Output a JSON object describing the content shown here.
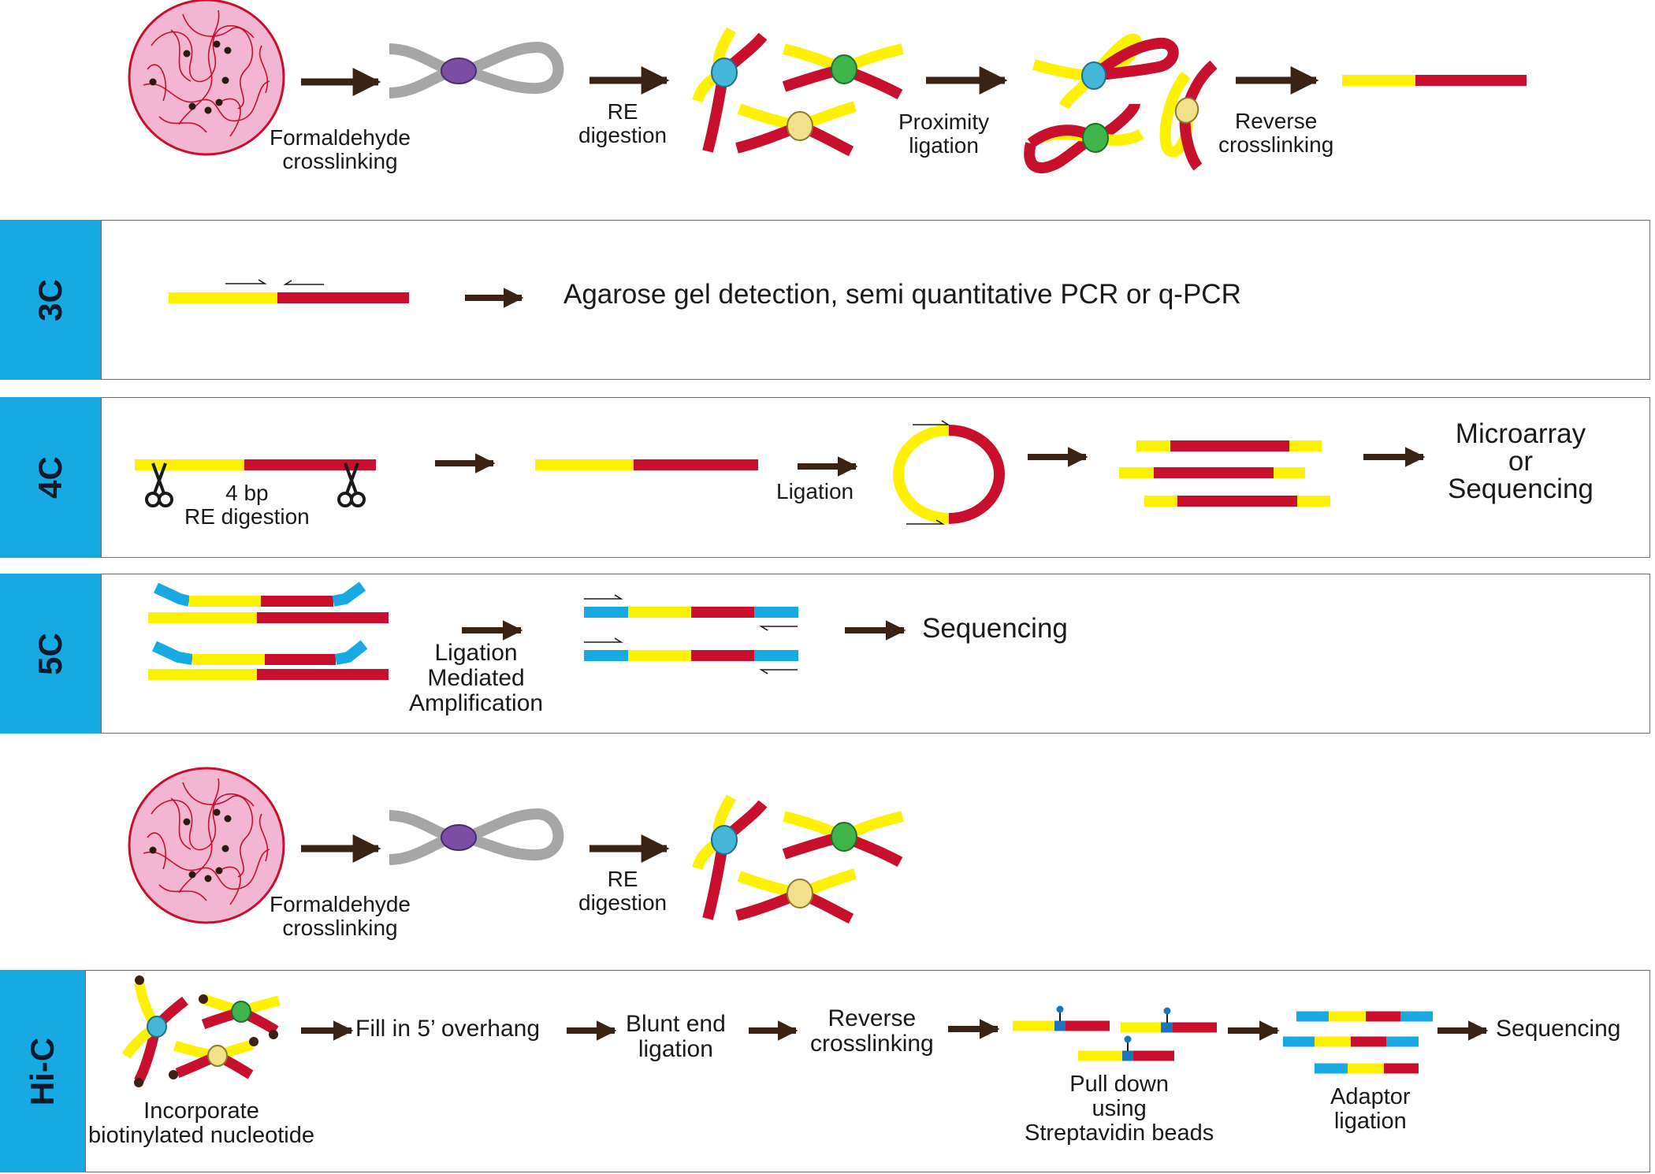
{
  "colors": {
    "yellow": "#fff200",
    "red": "#c8102e",
    "blue": "#17a9e1",
    "nucleus": "#f2b6d2",
    "grey_dna": "#a6a6a6",
    "purple_protein": "#7b4ea3",
    "arrow": "#3a2314"
  },
  "icons": [
    "nucleus-icon",
    "crosslinked-chromatin-icon",
    "scissors-icon",
    "biotin-icon",
    "arrow-icon"
  ],
  "top": {
    "formaldehyde_line1": "Formaldehyde",
    "formaldehyde_line2": "crosslinking",
    "re_line1": "RE",
    "re_line2": "digestion",
    "proximity_line1": "Proximity",
    "proximity_line2": "ligation",
    "reverse_line1": "Reverse",
    "reverse_line2": "crosslinking"
  },
  "c3": {
    "tab": "3C",
    "result": "Agarose gel detection, semi quantitative PCR or q-PCR"
  },
  "c4": {
    "tab": "4C",
    "digest_line1": "4 bp",
    "digest_line2": "RE digestion",
    "ligation": "Ligation",
    "result_line1": "Microarray",
    "result_line2": "or",
    "result_line3": "Sequencing"
  },
  "c5": {
    "tab": "5C",
    "lma_line1": "Ligation",
    "lma_line2": "Mediated",
    "lma_line3": "Amplification",
    "result": "Sequencing"
  },
  "middle": {
    "formaldehyde_line1": "Formaldehyde",
    "formaldehyde_line2": "crosslinking",
    "re_line1": "RE",
    "re_line2": "digestion"
  },
  "hic": {
    "tab": "Hi-C",
    "biotin_line1": "Incorporate",
    "biotin_line2": "biotinylated nucleotide",
    "fill": "Fill in 5’ overhang",
    "blunt_line1": "Blunt end",
    "blunt_line2": "ligation",
    "reverse_line1": "Reverse",
    "reverse_line2": "crosslinking",
    "pull_line1": "Pull down",
    "pull_line2": "using",
    "pull_line3": "Streptavidin beads",
    "adaptor_line1": "Adaptor",
    "adaptor_line2": "ligation",
    "result": "Sequencing"
  }
}
